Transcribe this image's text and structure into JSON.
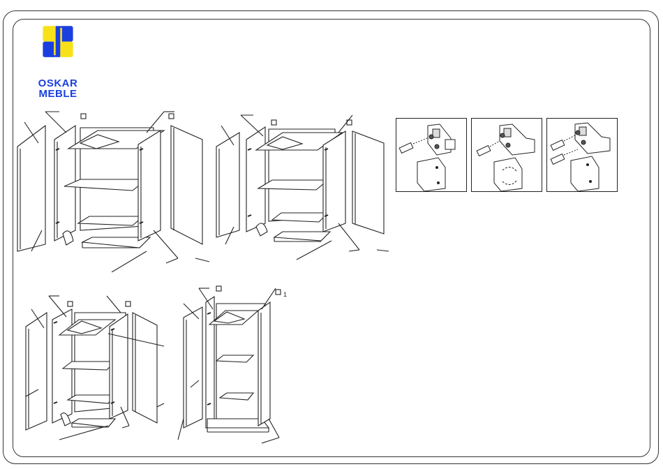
{
  "brand": {
    "line1": "OSKAR",
    "line2": "MEBLE",
    "colors": {
      "yellow": "#f7e21a",
      "blue": "#1a3fe0"
    }
  },
  "hinge_panels": [
    {
      "id": "hinge-1"
    },
    {
      "id": "hinge-2"
    },
    {
      "id": "hinge-3"
    }
  ],
  "callout": {
    "label": "1"
  }
}
